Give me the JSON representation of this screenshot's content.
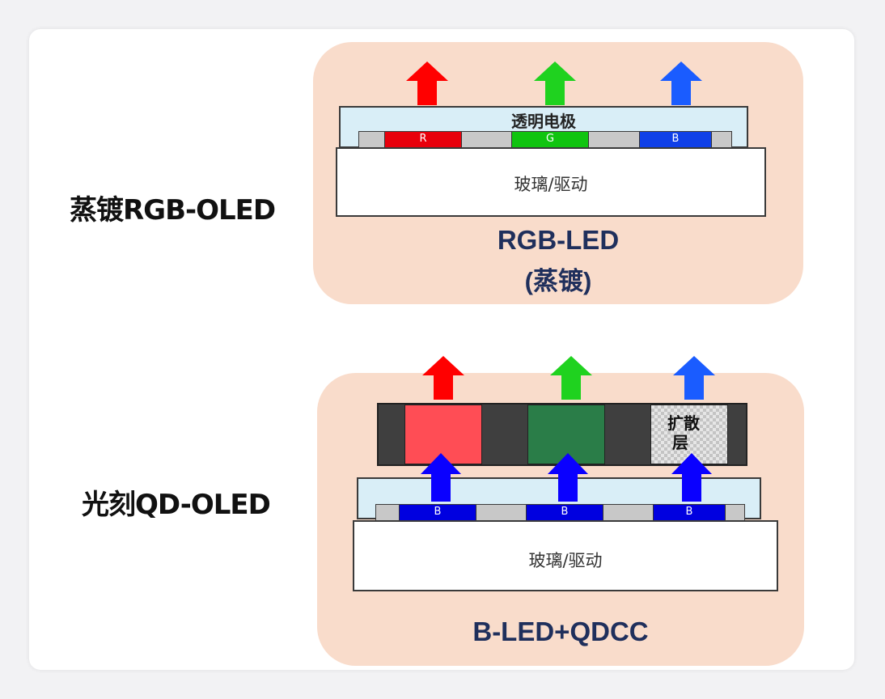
{
  "labels": {
    "top_side": "蒸镀RGB-OLED",
    "bottom_side": "光刻QD-OLED"
  },
  "top_panel": {
    "electrode_label": "透明电极",
    "subpixels": [
      "R",
      "G",
      "B"
    ],
    "substrate_label": "玻璃/驱动",
    "caption_line1": "RGB-LED",
    "caption_line2": "(蒸镀)"
  },
  "bottom_panel": {
    "diffusion_label_line1": "扩散",
    "diffusion_label_line2": "层",
    "subpixels": [
      "B",
      "B",
      "B"
    ],
    "substrate_label": "玻璃/驱动",
    "caption": "B-LED+QDCC"
  },
  "colors": {
    "red": "#ff0000",
    "green": "#22cc22",
    "blue": "#1a5cff",
    "deep_blue": "#0a00ff",
    "panel_bg": "#f9dccb",
    "caption": "#1f2f5c"
  }
}
